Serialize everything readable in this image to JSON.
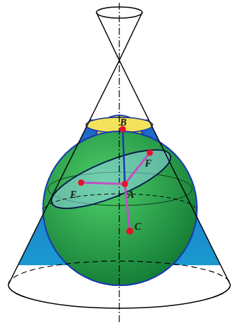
{
  "diagram": {
    "labels": [
      "B",
      "F",
      "E",
      "A",
      "C"
    ]
  }
}
